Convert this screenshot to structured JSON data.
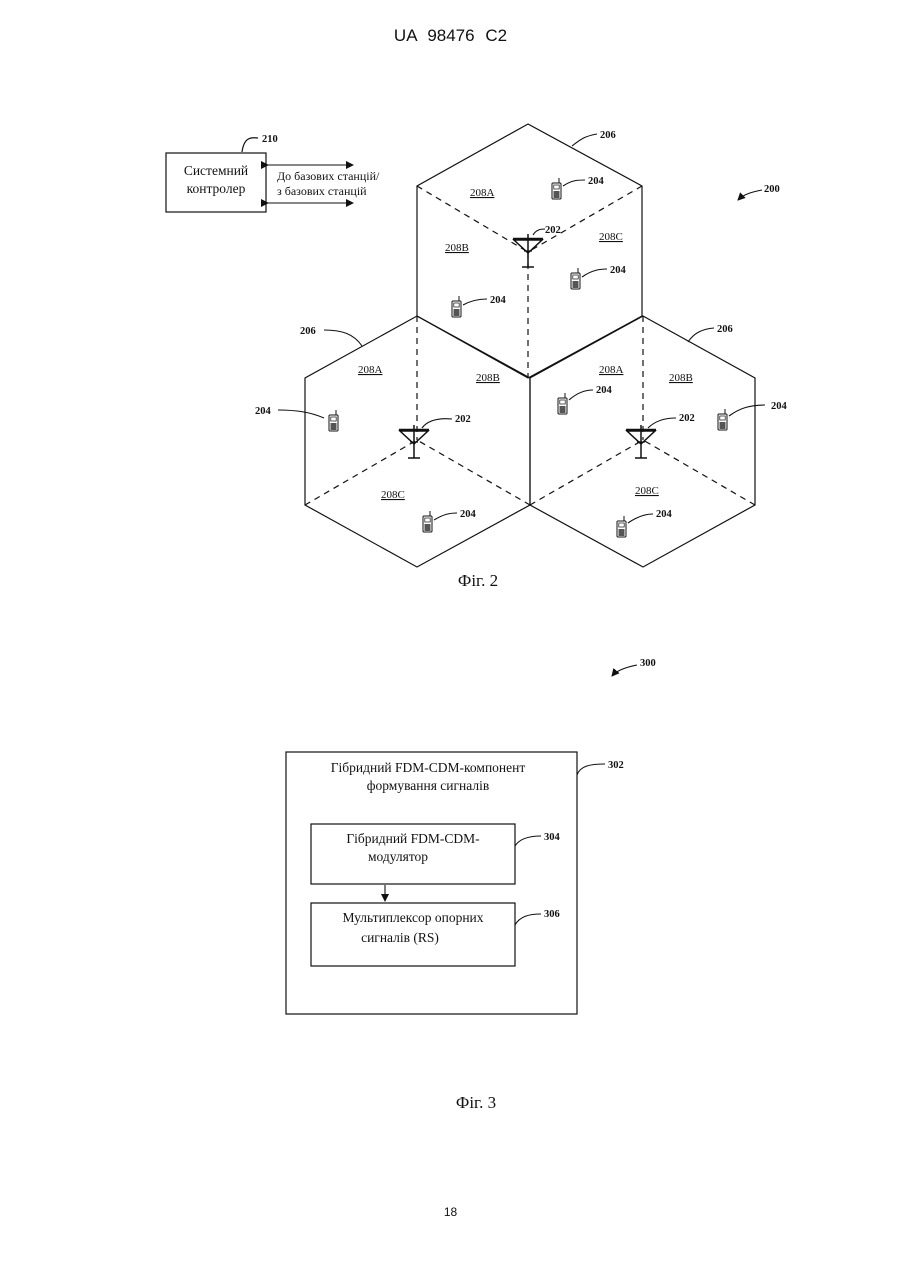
{
  "header": {
    "text": "UA   98476   C2"
  },
  "page_number": "18",
  "fig2": {
    "caption": "Фіг. 2",
    "ref_system": "200",
    "controller": {
      "ref": "210",
      "line1": "Системний",
      "line2": "контролер"
    },
    "link_label": {
      "line1": "До базових станцій/",
      "line2": "з базових станцій"
    },
    "cell_ref": "206",
    "bs_ref": "202",
    "terminal_ref": "204",
    "sectors": {
      "a": "208A",
      "b": "208B",
      "c": "208C"
    }
  },
  "fig3": {
    "caption": "Фіг. 3",
    "ref_system": "300",
    "outer": {
      "ref": "302",
      "line1": "Гібридний FDM-CDM-компонент",
      "line2": "формування сигналів"
    },
    "modulator": {
      "ref": "304",
      "line1": "Гібридний FDM-CDM-",
      "line2": "модулятор"
    },
    "multiplexer": {
      "ref": "306",
      "line1": "Мультиплексор опорних",
      "line2": "сигналів (RS)"
    }
  }
}
